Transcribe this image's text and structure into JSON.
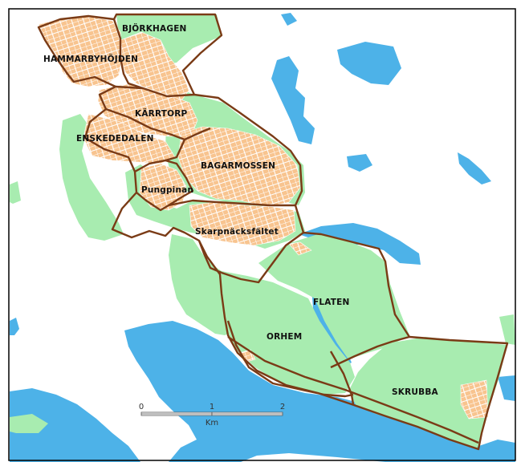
{
  "colors": {
    "water": "#4db2e8",
    "green": "#a8ecb0",
    "urban": "#f8c48f",
    "building_line": "#ffffff",
    "boundary": "#7a3b16",
    "frame": "#000000"
  },
  "districts": [
    {
      "id": "bjorkhagen",
      "label": "BJÖRKHAGEN"
    },
    {
      "id": "hammarbyhojden",
      "label": "HAMMARBYHÖJDEN"
    },
    {
      "id": "karrtorp",
      "label": "KÄRRTORP"
    },
    {
      "id": "enskededalen",
      "label": "ENSKEDEDALEN"
    },
    {
      "id": "bagarmossen",
      "label": "BAGARMOSSEN"
    },
    {
      "id": "pungpinan",
      "label": "Pungpinan"
    },
    {
      "id": "skarpnacksfaltet",
      "label": "Skarpnäcksfältet"
    },
    {
      "id": "flaten",
      "label": "FLATEN"
    },
    {
      "id": "orhem",
      "label": "ORHEM"
    },
    {
      "id": "skrubba",
      "label": "SKRUBBA"
    }
  ],
  "scalebar": {
    "ticks": [
      "0",
      "1",
      "2"
    ],
    "unit": "Km"
  }
}
